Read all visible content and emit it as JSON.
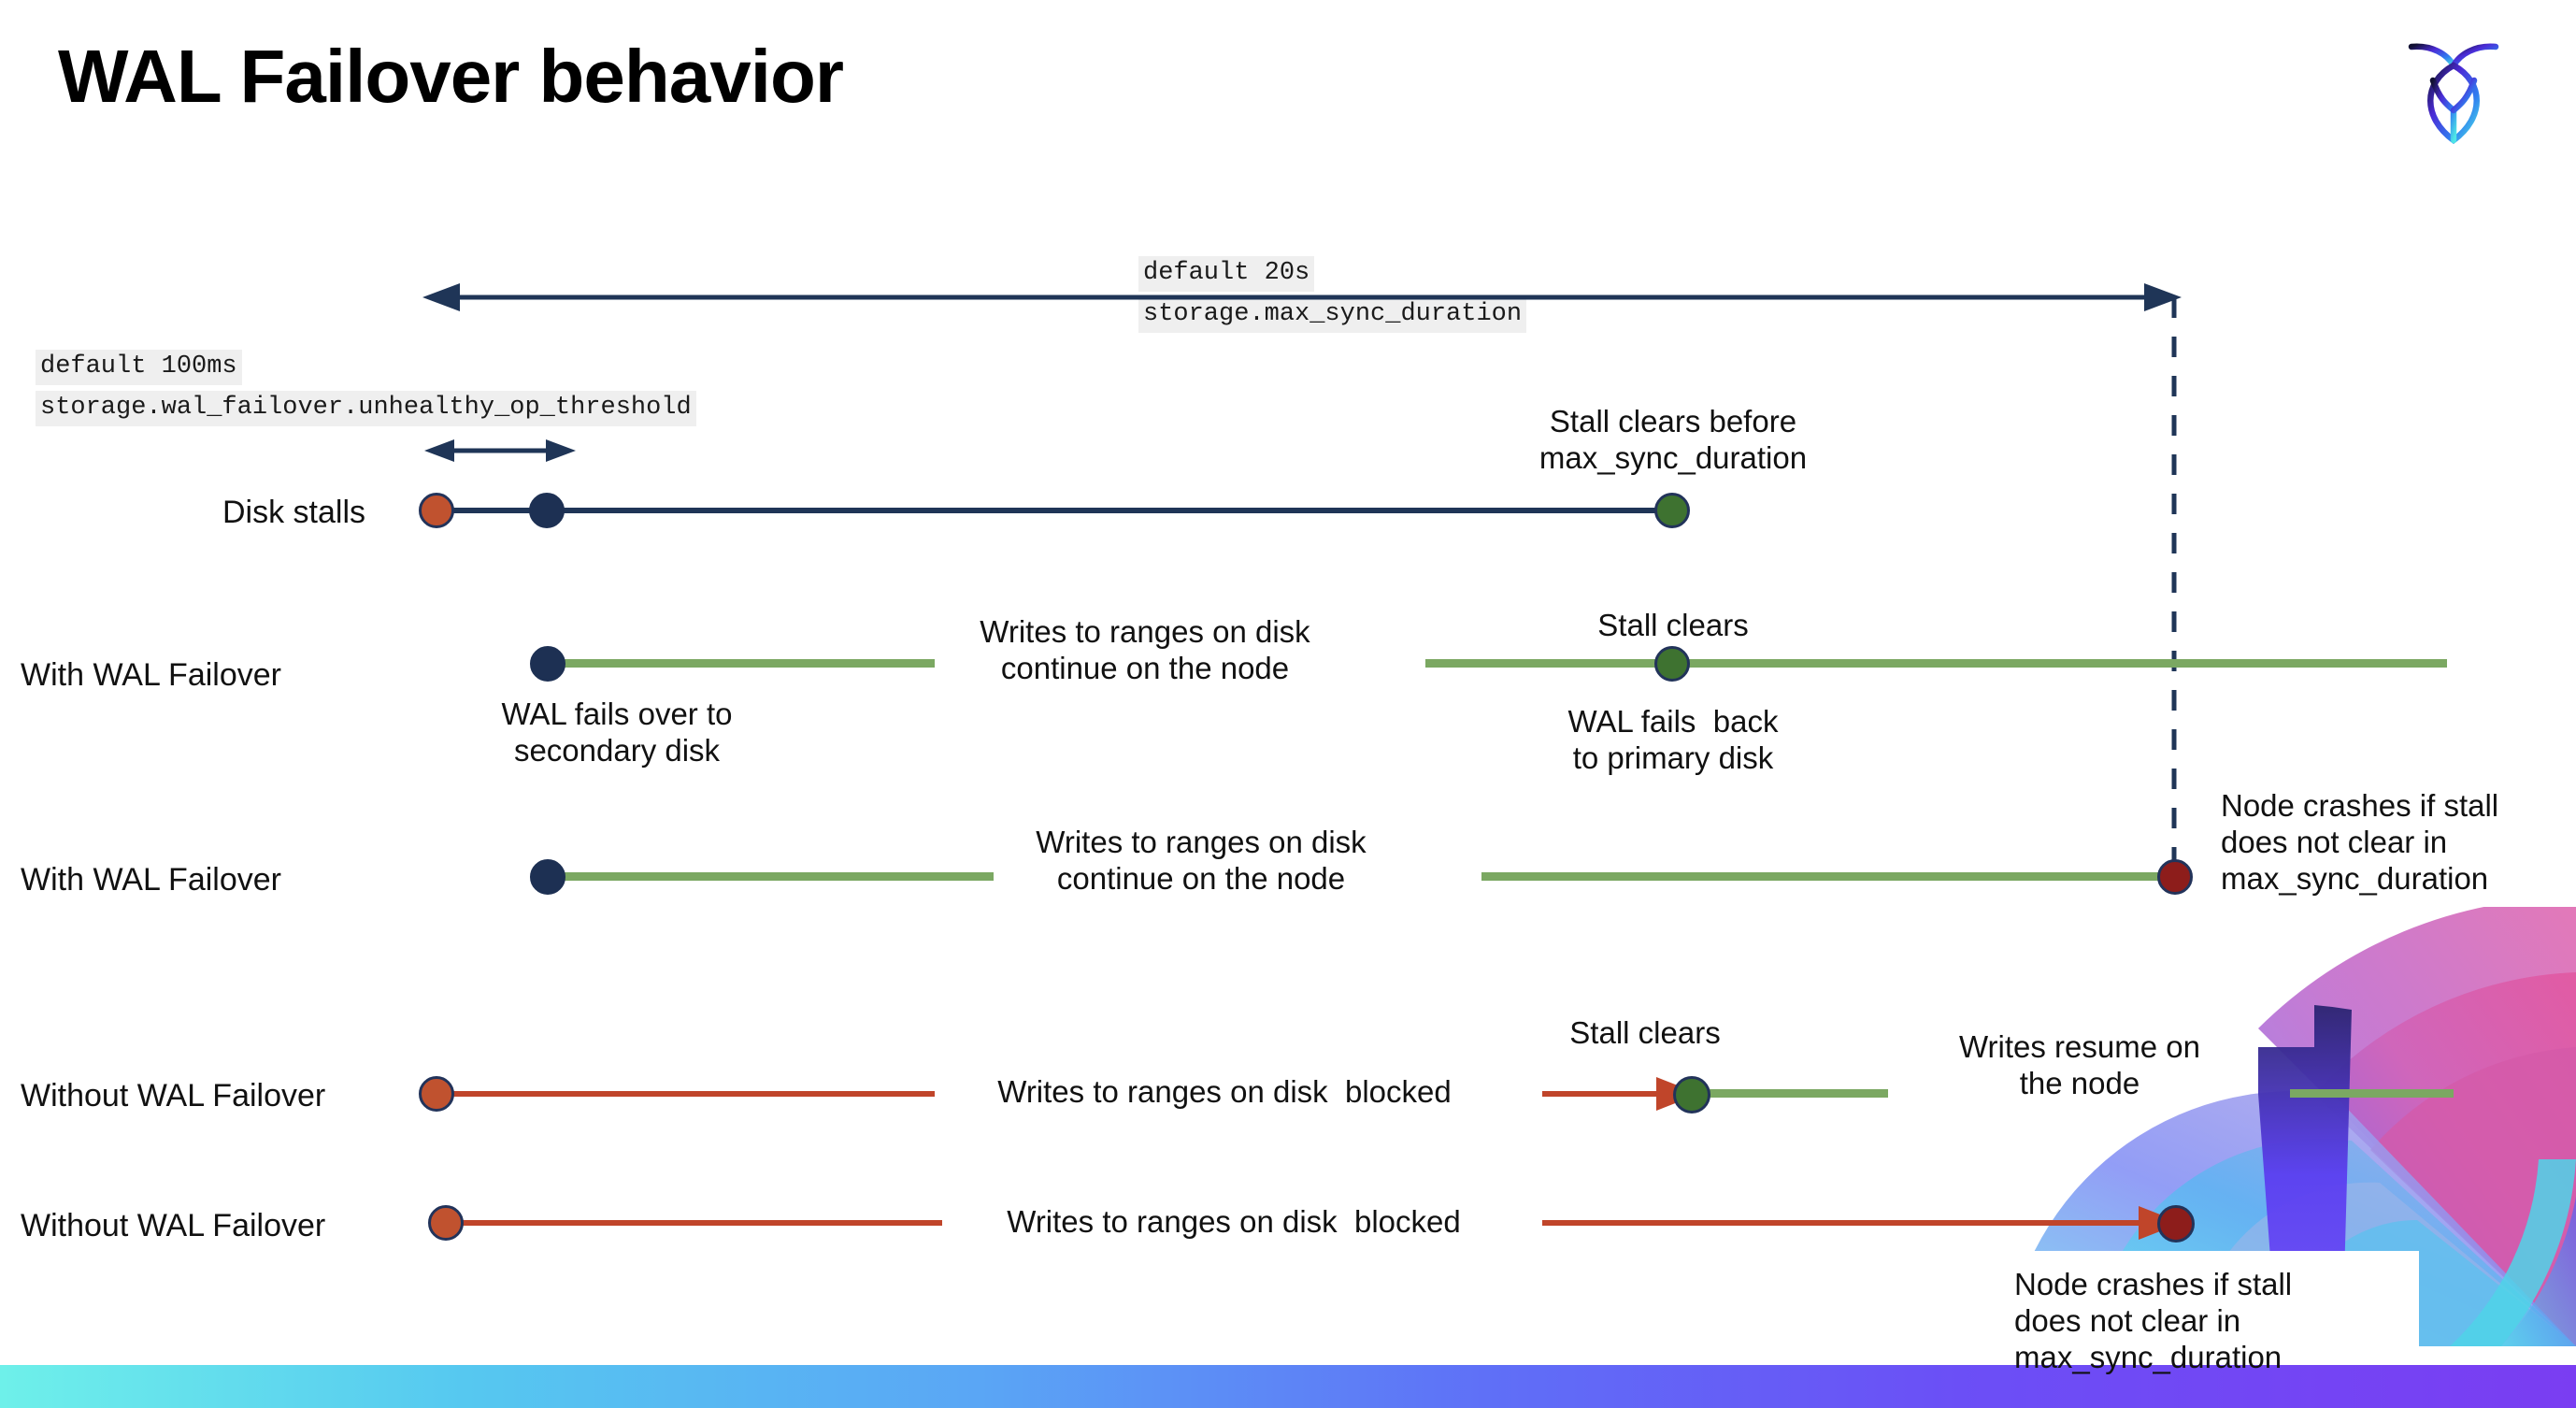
{
  "slide": {
    "title": "WAL Failover behavior",
    "logo_name": "cockroachdb-logo"
  },
  "colors": {
    "navy": "#1f3557",
    "green": "#7ba862",
    "red": "#c0452a",
    "dot_red": "#c0522f",
    "dot_navy": "#1d3053",
    "dot_green": "#3e7230",
    "dot_darkred": "#8d1d1b",
    "chip_bg": "#efefef",
    "bar_gradient_start": "#6ef0ea",
    "bar_gradient_end": "#7a3df2"
  },
  "settings": {
    "max_sync": {
      "default_label": "default 20s",
      "cluster_setting": "storage.max_sync_duration"
    },
    "unhealthy_op": {
      "default_label": "default 100ms",
      "cluster_setting": "storage.wal_failover.unhealthy_op_threshold"
    }
  },
  "rows": [
    {
      "id": "disk-stalls",
      "label": "Disk stalls",
      "annotations": [
        "Stall clears before\nmax_sync_duration"
      ]
    },
    {
      "id": "with-wal-failover-clears",
      "label": "With WAL Failover",
      "annotations": [
        "WAL fails over to\nsecondary disk",
        "Writes to ranges on disk\ncontinue on the node",
        "Stall clears",
        "WAL fails  back\nto primary disk"
      ]
    },
    {
      "id": "with-wal-failover-crash",
      "label": "With WAL Failover",
      "annotations": [
        "Writes to ranges on disk\ncontinue on the node",
        "Node crashes if stall\ndoes not clear in\nmax_sync_duration"
      ]
    },
    {
      "id": "without-wal-failover-clears",
      "label": "Without WAL Failover",
      "annotations": [
        "Writes to ranges on disk  blocked",
        "Stall clears",
        "Writes resume on\nthe node"
      ]
    },
    {
      "id": "without-wal-failover-crash",
      "label": "Without WAL Failover",
      "annotations": [
        "Writes to ranges on disk  blocked",
        "Node crashes if stall\ndoes not clear in\nmax_sync_duration"
      ]
    }
  ]
}
